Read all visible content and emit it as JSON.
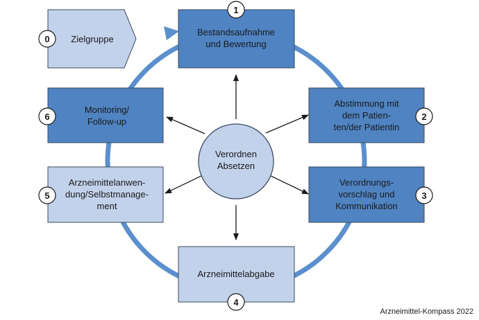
{
  "colors": {
    "dark_fill": "#4f83c2",
    "light_fill": "#c2d2eb",
    "center_fill": "#c2d2eb",
    "ring": "#5b8fcd",
    "border": "#3a4a5c",
    "arrow": "#1a1a1a"
  },
  "target_group": {
    "number": "0",
    "label": "Zielgruppe"
  },
  "center": {
    "line1": "Verordnen",
    "line2": "Absetzen"
  },
  "steps": [
    {
      "number": "1",
      "lines": [
        "Bestandsaufnahme",
        "und Bewertung"
      ]
    },
    {
      "number": "2",
      "lines": [
        "Abstimmung mit",
        "dem Patien-",
        "ten/der Patientin"
      ]
    },
    {
      "number": "3",
      "lines": [
        "Verordnungs-",
        "vorschlag und",
        "Kommunikation"
      ]
    },
    {
      "number": "4",
      "lines": [
        "Arzneimittelabgabe"
      ]
    },
    {
      "number": "5",
      "lines": [
        "Arzneimittelanwen-",
        "dung/Selbstmanage-",
        "ment"
      ]
    },
    {
      "number": "6",
      "lines": [
        "Monitoring/",
        "Follow-up"
      ]
    }
  ],
  "source": "Arzneimittel-Kompass 2022"
}
